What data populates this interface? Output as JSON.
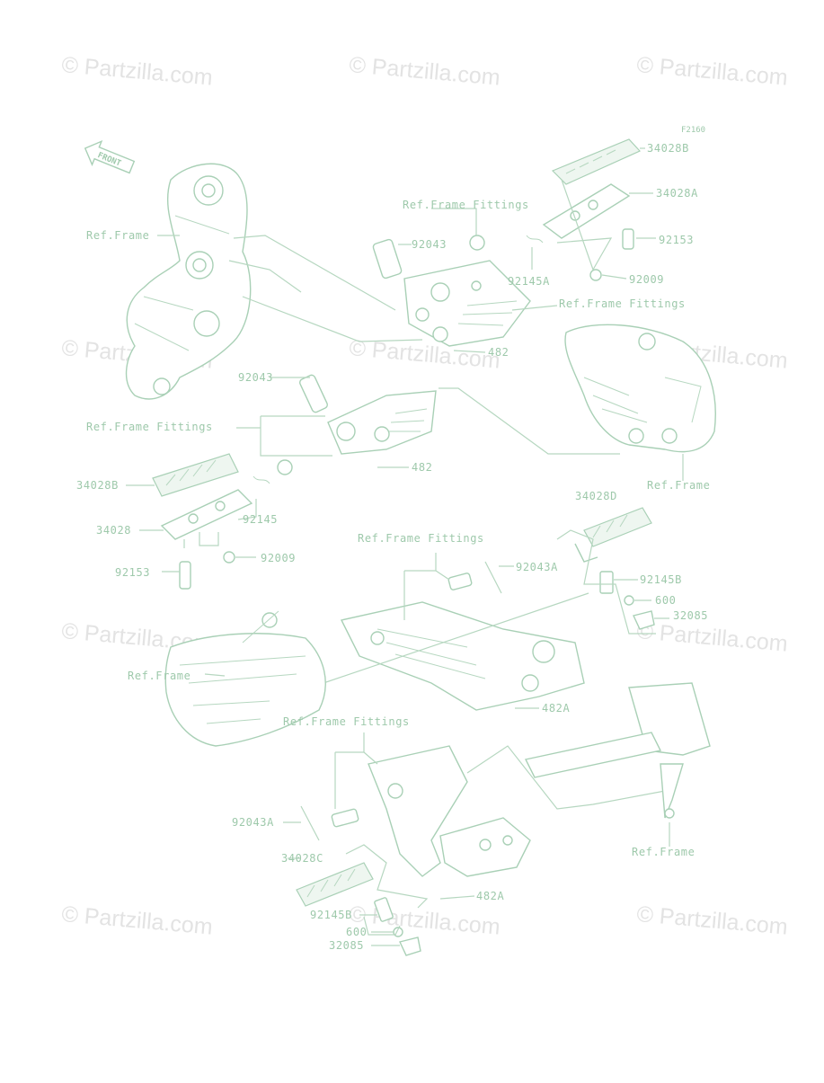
{
  "diagram": {
    "code": "F2160",
    "front_marker": "FRONT",
    "watermark": "© Partzilla.com",
    "labels": {
      "l34028B_top": "34028B",
      "l34028A": "34028A",
      "l92153_top": "92153",
      "l92009_top": "92009",
      "lRefFF_top": "Ref.Frame Fittings",
      "l92043_top": "92043",
      "l92145A": "92145A",
      "lRefFF_right": "Ref.Frame Fittings",
      "l482_top": "482",
      "lRefFrame_top": "Ref.Frame",
      "l92043_mid": "92043",
      "lRefFF_left": "Ref.Frame Fittings",
      "l482_mid": "482",
      "lRefFrame_right": "Ref.Frame",
      "l34028B_left": "34028B",
      "l92145": "92145",
      "l34028": "34028",
      "l92009_left": "92009",
      "l92153_left": "92153",
      "l34028D": "34028D",
      "lRefFF_center": "Ref.Frame Fittings",
      "l92043A_right": "92043A",
      "l92145B_right": "92145B",
      "l600_right": "600",
      "l32085_right": "32085",
      "lRefFrame_lower": "Ref.Frame",
      "l482A_mid": "482A",
      "lRefFF_lower": "Ref.Frame Fittings",
      "l92043A_left": "92043A",
      "l34028C": "34028C",
      "l482A_bottom": "482A",
      "lRefFrame_bottom": "Ref.Frame",
      "l92145B_bottom": "92145B",
      "l600_bottom": "600",
      "l32085_bottom": "32085"
    }
  }
}
